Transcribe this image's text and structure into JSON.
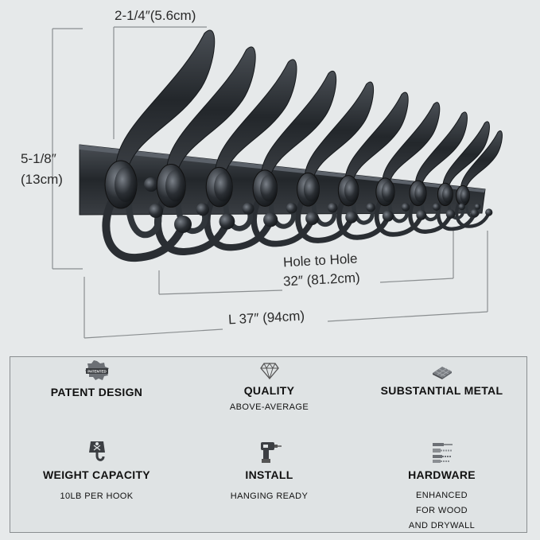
{
  "dimensions": {
    "hook_width": "2-1/4″(5.6cm)",
    "height_in": "5-1/8″",
    "height_cm": "(13cm)",
    "hole_label": "Hole to Hole",
    "hole_value": "32″ (81.2cm)",
    "length": "L 37″ (94cm)"
  },
  "features": [
    {
      "icon": "patent-badge-icon",
      "title": "PATENT DESIGN",
      "subtitle": ""
    },
    {
      "icon": "diamond-icon",
      "title": "QUALITY",
      "subtitle": "ABOVE-AVERAGE"
    },
    {
      "icon": "metal-block-icon",
      "title": "SUBSTANTIAL METAL",
      "subtitle": ""
    },
    {
      "icon": "weight-hook-icon",
      "title": "WEIGHT CAPACITY",
      "subtitle": "10LB PER HOOK"
    },
    {
      "icon": "drill-icon",
      "title": "INSTALL",
      "subtitle": "HANGING READY"
    },
    {
      "icon": "screws-anchors-icon",
      "title": "HARDWARE",
      "subtitle": "ENHANCED\nFOR WOOD\nAND DRYWALL"
    }
  ],
  "badge_text": "PATENTED",
  "colors": {
    "background": "#e6e9ea",
    "metal": "#2b2f33",
    "line": "#8a8e90"
  }
}
